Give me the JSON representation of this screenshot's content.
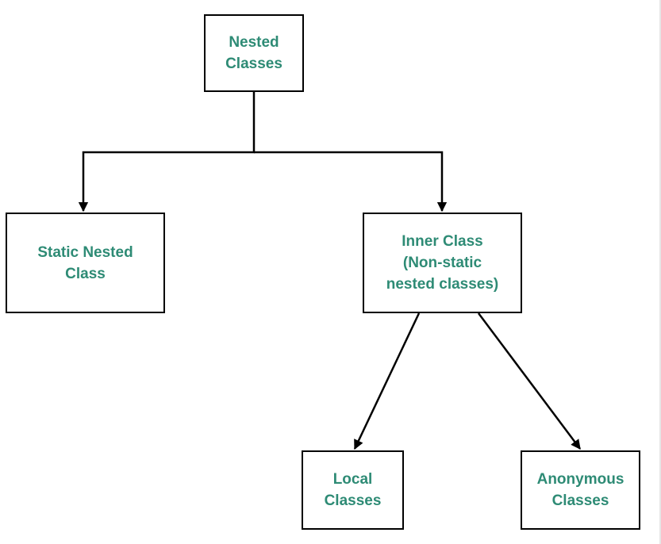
{
  "diagram": {
    "nodes": {
      "root": "Nested\nClasses",
      "static": "Static Nested\nClass",
      "inner": "Inner Class\n(Non-static\nnested classes)",
      "local": "Local\nClasses",
      "anonymous": "Anonymous\nClasses"
    },
    "colors": {
      "label": "#2e8b75",
      "border": "#000000",
      "connector": "#000000"
    }
  }
}
